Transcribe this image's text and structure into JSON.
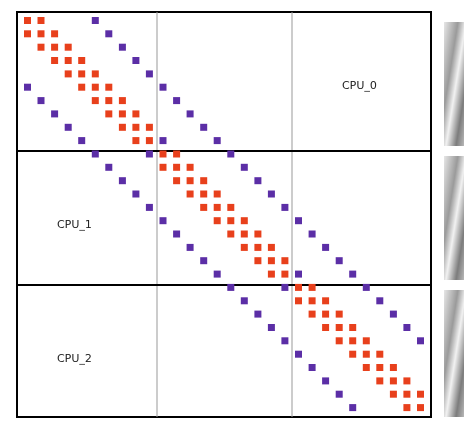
{
  "labels": [
    "CPU_0",
    "CPU_1",
    "CPU_2"
  ],
  "matrix": {
    "size": 30,
    "partitions": [
      0,
      10,
      20,
      30
    ],
    "column_split": [
      10,
      20
    ],
    "diagonal_color": "#e8401c",
    "offdiagonal_color": "#5b2ea6",
    "diagonal": [
      0,
      1,
      2,
      3,
      4,
      5,
      6,
      7,
      8,
      9,
      10,
      11,
      12,
      13,
      14,
      15,
      16,
      17,
      18,
      19,
      20,
      21,
      22,
      23,
      24,
      25,
      26,
      27,
      28,
      29
    ],
    "sub_diagonals": [
      {
        "offset": 1,
        "rows": [
          1,
          2,
          3,
          4,
          5,
          6,
          7,
          8,
          9,
          10,
          11,
          12,
          13,
          14,
          15,
          16,
          17,
          18,
          19,
          20,
          21,
          22,
          23,
          24,
          25,
          26,
          27,
          28,
          29
        ],
        "color_rule": "red-within-block"
      },
      {
        "offset": 5,
        "rows": [
          5,
          6,
          7,
          8,
          9,
          10,
          11,
          12,
          13,
          14,
          15,
          16,
          17,
          18,
          19,
          20,
          21,
          22,
          23,
          24,
          25,
          26,
          27,
          28,
          29
        ],
        "color_rule": "purple"
      },
      {
        "offset": -5,
        "rows": [
          0,
          1,
          2,
          3,
          4,
          5,
          6,
          7,
          8,
          9,
          10,
          11,
          12,
          13,
          14,
          15,
          16,
          17,
          18,
          19,
          20,
          21,
          22,
          23,
          24
        ],
        "color_rule": "purple"
      }
    ]
  },
  "thumbnail_panels": 3,
  "colors": {
    "grid_line": "#000000",
    "thin_line": "#999999",
    "panel_gradient_light": "#d8d8d8",
    "panel_gradient_dark": "#6a6a6a"
  }
}
